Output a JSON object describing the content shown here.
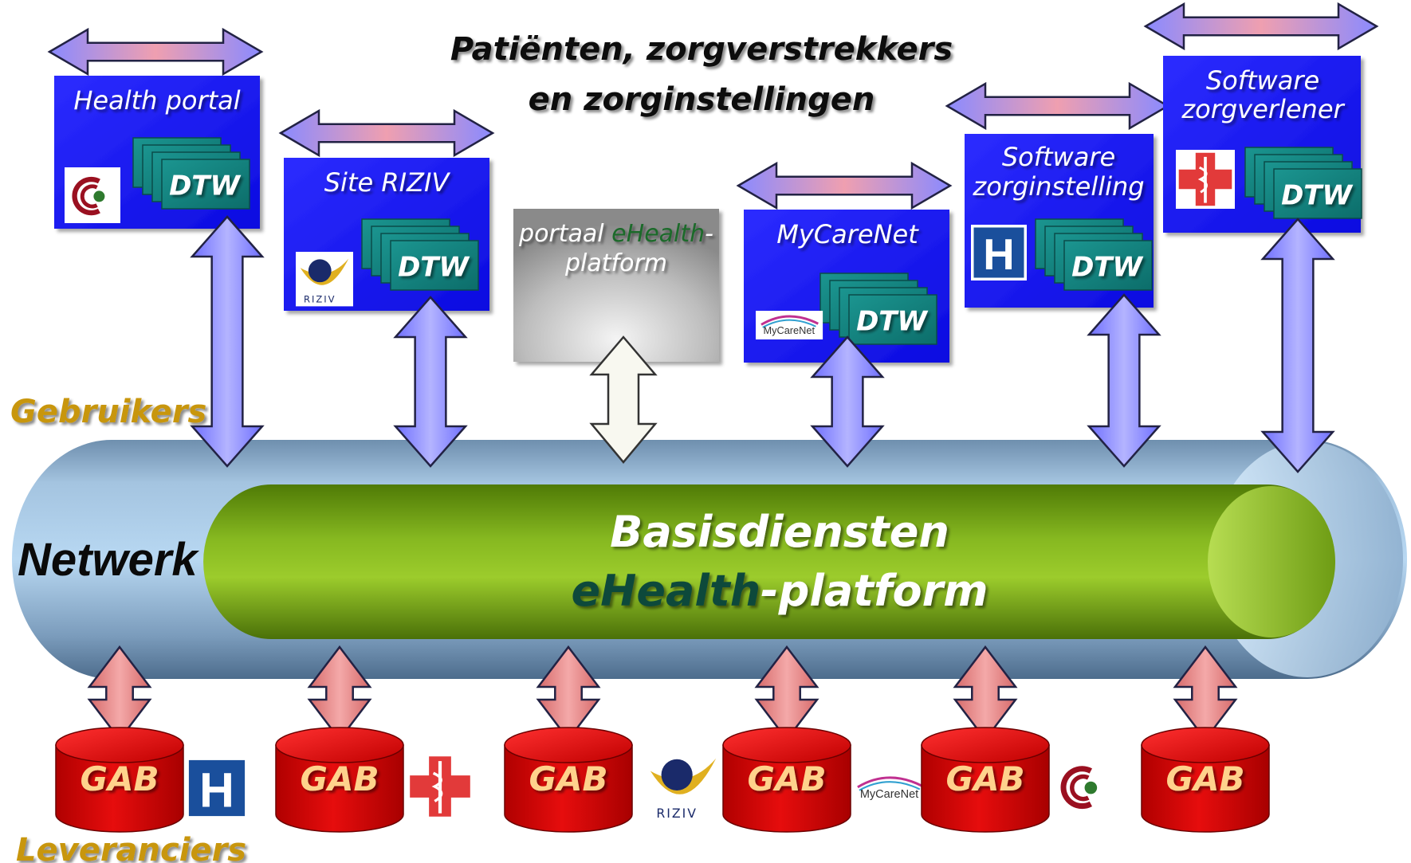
{
  "title": {
    "line1": "Patiënten, zorgverstrekkers",
    "line2": "en zorginstellingen"
  },
  "labels": {
    "users": "Gebruikers",
    "network": "Netwerk",
    "suppliers": "Leveranciers"
  },
  "core": {
    "line1": "Basisdiensten",
    "line2_highlight": "eHealth",
    "line2_rest": "-platform"
  },
  "portal": {
    "prefix": "portaal ",
    "highlight": "eHealth",
    "suffix": "-",
    "line2": "platform"
  },
  "applications": [
    {
      "line1": "Health portal",
      "line2": "",
      "stack_label": "DTW",
      "logo": "ehealth-logo"
    },
    {
      "line1": "Site RIZIV",
      "line2": "",
      "stack_label": "DTW",
      "logo": "riziv-logo",
      "logo_text": "RIZIV"
    },
    {
      "line1": "MyCareNet",
      "line2": "",
      "stack_label": "DTW",
      "logo": "mycarenet-logo",
      "logo_text": "MyCareNet"
    },
    {
      "line1": "Software",
      "line2": "zorginstelling",
      "stack_label": "DTW",
      "logo": "hospital-h-logo",
      "logo_text": "H"
    },
    {
      "line1": "Software",
      "line2": "zorgverlener",
      "stack_label": "DTW",
      "logo": "red-cross-caduceus-logo"
    }
  ],
  "sources": [
    {
      "label": "GAB",
      "logo": "hospital-h-logo",
      "logo_text": "H"
    },
    {
      "label": "GAB",
      "logo": "red-cross-caduceus-logo"
    },
    {
      "label": "GAB",
      "logo": "riziv-logo",
      "logo_text": "RIZIV"
    },
    {
      "label": "GAB",
      "logo": "mycarenet-logo",
      "logo_text": "MyCareNet"
    },
    {
      "label": "GAB",
      "logo": "ehealth-logo"
    },
    {
      "label": "GAB",
      "logo": ""
    }
  ],
  "colors": {
    "box_blue": "#1a1aff",
    "dtw_teal": "#117a78",
    "core_green": "#6a9a10",
    "ehealth_text": "#0f4a3a",
    "label_gold": "#c8960c",
    "gab_red": "#cc0000",
    "gab_text": "#ffd28c",
    "arrow_blue": "#8c8cff",
    "arrow_pink": "#e07a7a"
  }
}
